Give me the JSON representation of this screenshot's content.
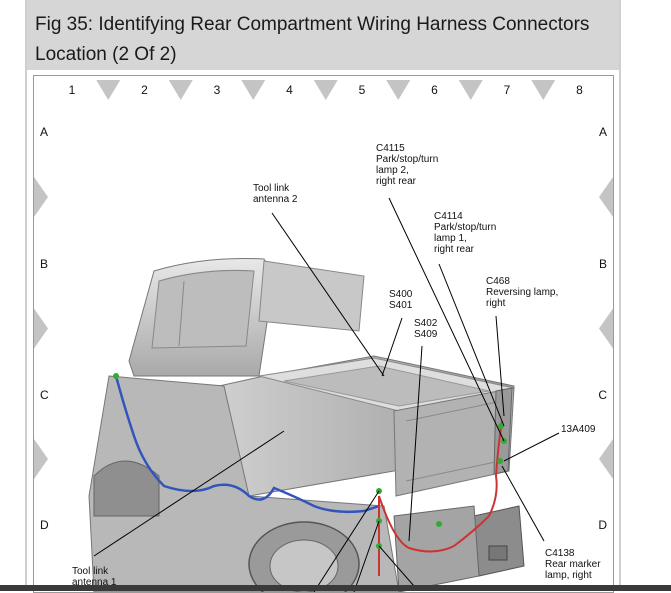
{
  "header": {
    "title": "Fig 35: Identifying Rear Compartment Wiring Harness Connectors Location (2 Of 2)"
  },
  "grid": {
    "columns": [
      "1",
      "2",
      "3",
      "4",
      "5",
      "6",
      "7",
      "8"
    ],
    "rows": [
      "A",
      "B",
      "C",
      "D"
    ]
  },
  "callouts": {
    "tool_link_2": [
      "Tool link",
      "antenna 2"
    ],
    "c4115": [
      "C4115",
      "Park/stop/turn",
      "lamp 2,",
      "right rear"
    ],
    "c4114": [
      "C4114",
      "Park/stop/turn",
      "lamp 1,",
      "right rear"
    ],
    "c468": [
      "C468",
      "Reversing lamp,",
      "right"
    ],
    "s400": [
      "S400",
      "S401"
    ],
    "s402": [
      "S402",
      "S409"
    ],
    "p13a409": [
      "13A409"
    ],
    "c4138": [
      "C4138",
      "Rear marker",
      "lamp, right"
    ],
    "tool_link_1": [
      "Tool link",
      "antenna 1"
    ]
  },
  "colors": {
    "harness_blue": "#3355bb",
    "harness_red": "#cc3333",
    "connector_green": "#33aa33",
    "header_bg": "#d6d6d6"
  }
}
